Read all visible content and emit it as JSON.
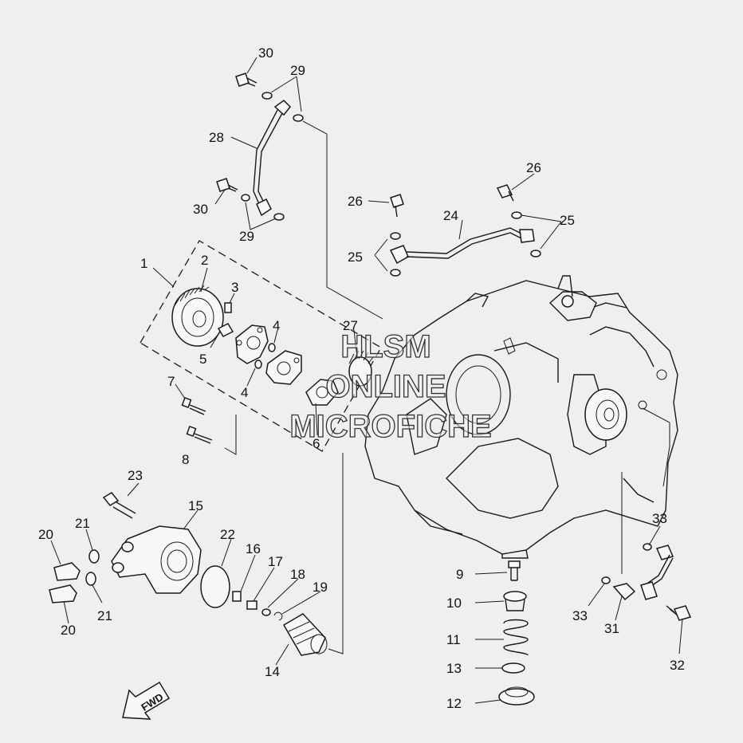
{
  "diagram": {
    "watermark": [
      "HLSM",
      "ONLINE",
      "MICROFICHE"
    ],
    "fwd_label": "FWD",
    "callouts": [
      {
        "id": "n30a",
        "text": "30"
      },
      {
        "id": "n29a",
        "text": "29"
      },
      {
        "id": "n28",
        "text": "28"
      },
      {
        "id": "n30b",
        "text": "30"
      },
      {
        "id": "n29b",
        "text": "29"
      },
      {
        "id": "n26a",
        "text": "26"
      },
      {
        "id": "n26b",
        "text": "26"
      },
      {
        "id": "n24",
        "text": "24"
      },
      {
        "id": "n25a",
        "text": "25"
      },
      {
        "id": "n25b",
        "text": "25"
      },
      {
        "id": "n1",
        "text": "1"
      },
      {
        "id": "n2",
        "text": "2"
      },
      {
        "id": "n3",
        "text": "3"
      },
      {
        "id": "n4a",
        "text": "4"
      },
      {
        "id": "n5",
        "text": "5"
      },
      {
        "id": "n4b",
        "text": "4"
      },
      {
        "id": "n27",
        "text": "27"
      },
      {
        "id": "n7",
        "text": "7"
      },
      {
        "id": "n8",
        "text": "8"
      },
      {
        "id": "n6",
        "text": "6"
      },
      {
        "id": "n23",
        "text": "23"
      },
      {
        "id": "n15",
        "text": "15"
      },
      {
        "id": "n22",
        "text": "22"
      },
      {
        "id": "n16",
        "text": "16"
      },
      {
        "id": "n17",
        "text": "17"
      },
      {
        "id": "n18",
        "text": "18"
      },
      {
        "id": "n19",
        "text": "19"
      },
      {
        "id": "n20a",
        "text": "20"
      },
      {
        "id": "n21a",
        "text": "21"
      },
      {
        "id": "n21b",
        "text": "21"
      },
      {
        "id": "n20b",
        "text": "20"
      },
      {
        "id": "n14",
        "text": "14"
      },
      {
        "id": "n9",
        "text": "9"
      },
      {
        "id": "n10",
        "text": "10"
      },
      {
        "id": "n11",
        "text": "11"
      },
      {
        "id": "n13",
        "text": "13"
      },
      {
        "id": "n12",
        "text": "12"
      },
      {
        "id": "n33a",
        "text": "33"
      },
      {
        "id": "n33b",
        "text": "33"
      },
      {
        "id": "n31",
        "text": "31"
      },
      {
        "id": "n32",
        "text": "32"
      }
    ]
  }
}
